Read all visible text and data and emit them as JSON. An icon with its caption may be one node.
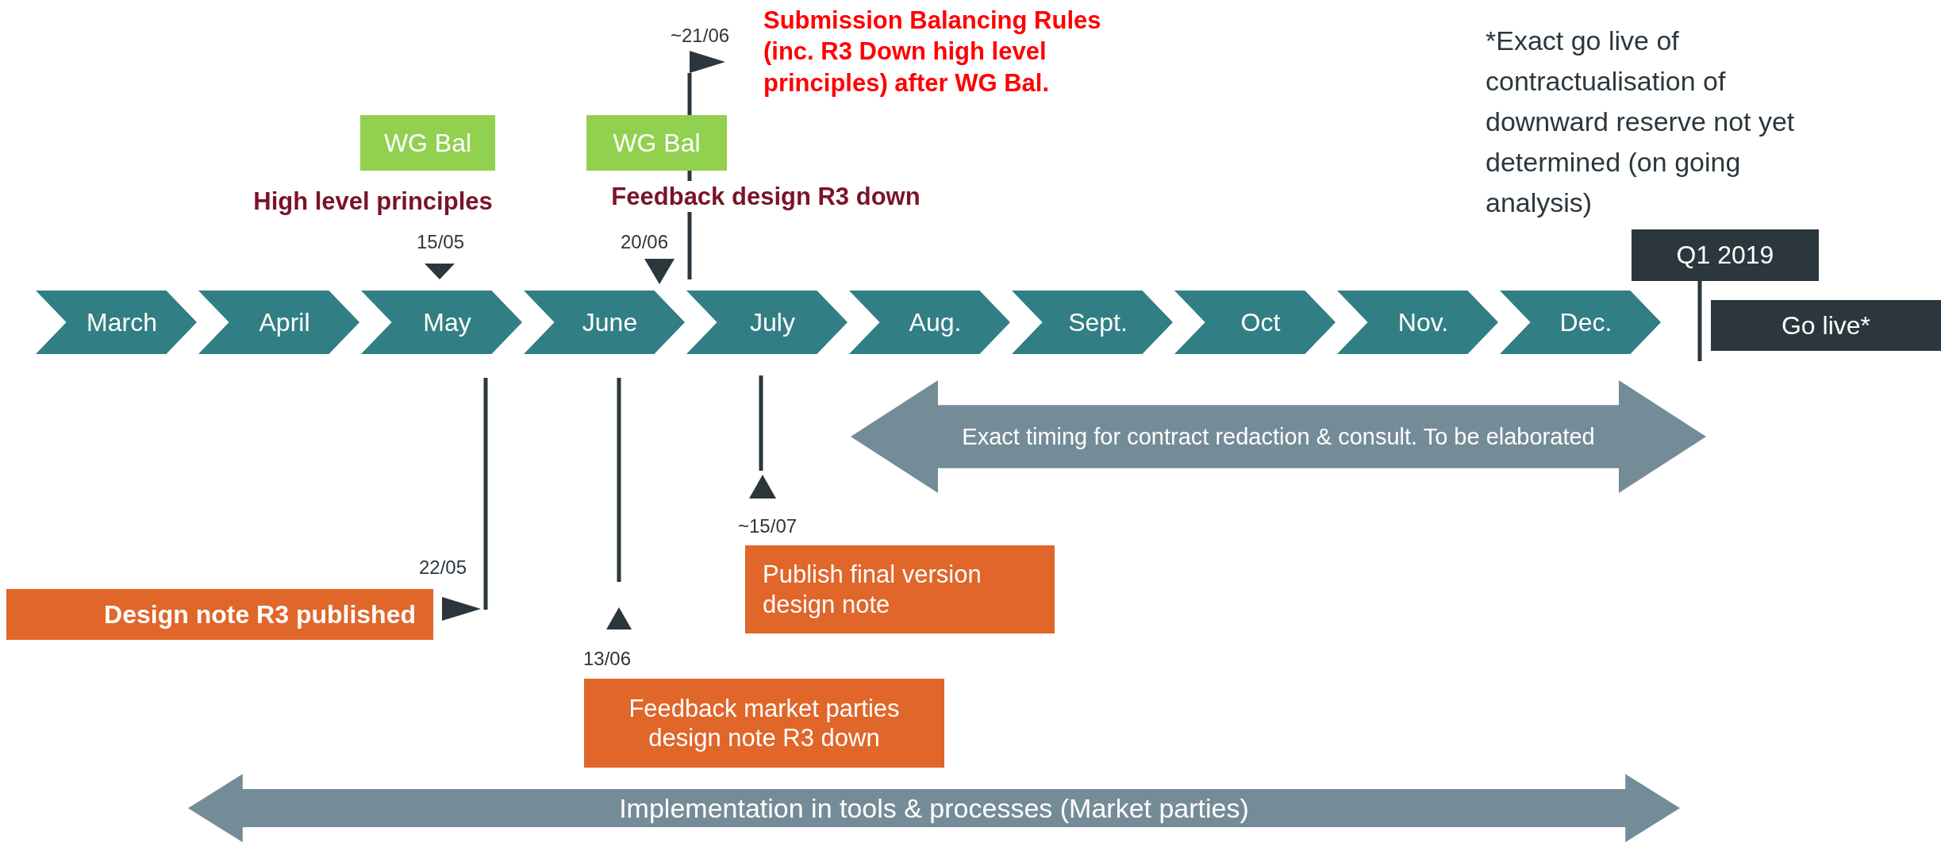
{
  "diagram": {
    "nodes": [
      {
        "text": [
          "WG Bal"
        ],
        "beside": [
          "High level principles"
        ]
      },
      {
        "text": [
          "WG Bal"
        ],
        "beside": [
          "Feedback design R3 down"
        ]
      },
      {
        "text": [
          "Q1 2019"
        ]
      },
      {
        "text": [
          "March"
        ]
      },
      {
        "text": [
          "April"
        ]
      },
      {
        "text": [
          "May"
        ]
      },
      {
        "text": [
          "June"
        ]
      },
      {
        "text": [
          "July"
        ]
      },
      {
        "text": [
          "Aug."
        ]
      },
      {
        "text": [
          "Sept."
        ]
      },
      {
        "text": [
          "Oct"
        ]
      },
      {
        "text": [
          "Nov."
        ]
      },
      {
        "text": [
          "Dec."
        ]
      },
      {
        "text": [
          "Go live*"
        ]
      },
      {
        "text": [
          "Exact timing for contract redaction & consult. To be elaborated"
        ]
      },
      {
        "text": [
          "Publish final version design note"
        ],
        "beside": [
          "~15/07"
        ]
      },
      {
        "text": [
          "Design note R3 published"
        ]
      },
      {
        "text": [
          "Feedback market parties design note R3 down"
        ],
        "beside": [
          "13/06"
        ]
      },
      {
        "text": [
          "Implementation in tools & processes (Market parties)"
        ]
      }
    ],
    "labels": [
      "~21/06",
      "Submission Balancing Rules (inc. R3 Down high level principles) after WG Bal.",
      "*Exact go live of contractualisation of downward reserve not yet determined (on going analysis)",
      "15/05",
      "20/06",
      "22/05"
    ]
  }
}
